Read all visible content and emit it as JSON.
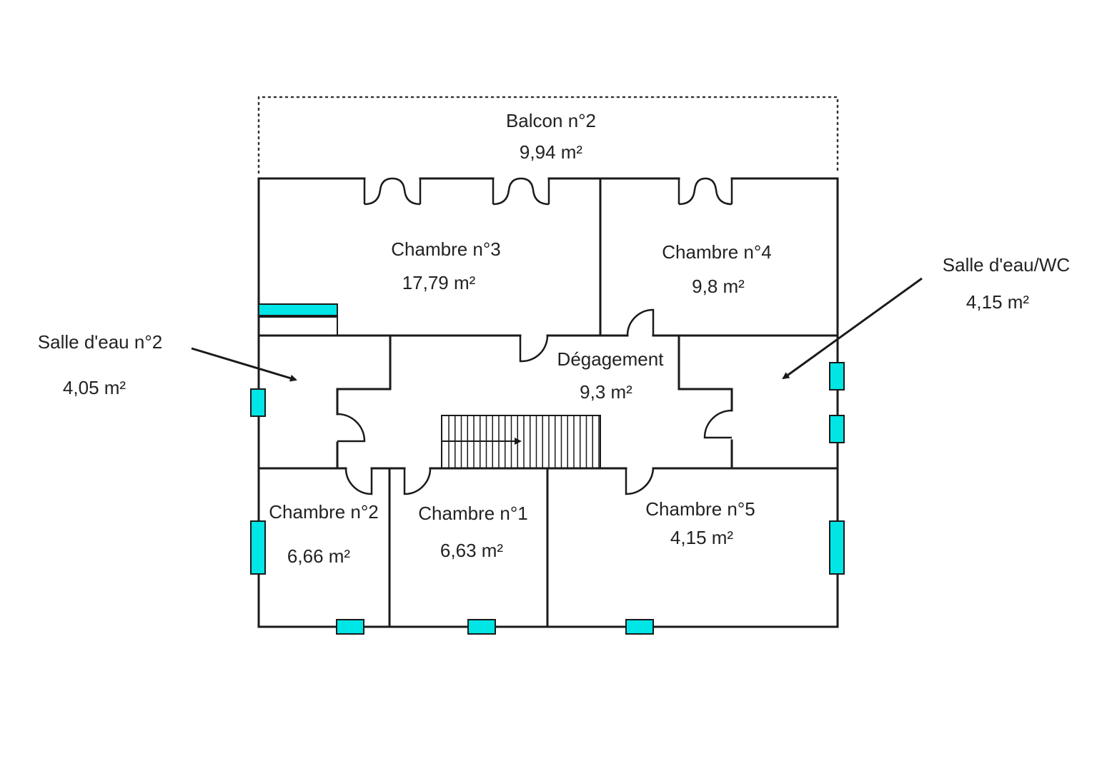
{
  "colors": {
    "wall": "#1a1a1a",
    "window": "#00e5e5",
    "text": "#222222",
    "background": "#ffffff"
  },
  "rooms": {
    "balcon": {
      "name": "Balcon n°2",
      "area": "9,94  m²"
    },
    "chambre3": {
      "name": "Chambre n°3",
      "area": "17,79  m²"
    },
    "chambre4": {
      "name": "Chambre n°4",
      "area": "9,8  m²"
    },
    "salle_eau_wc": {
      "name": "Salle d'eau/WC",
      "area": "4,15  m²"
    },
    "salle_eau2": {
      "name": "Salle d'eau n°2",
      "area": "4,05  m²"
    },
    "degagement": {
      "name": "Dégagement",
      "area": "9,3  m²"
    },
    "chambre2": {
      "name": "Chambre n°2",
      "area": "6,66  m²"
    },
    "chambre1": {
      "name": "Chambre n°1",
      "area": "6,63  m²"
    },
    "chambre5": {
      "name": "Chambre n°5",
      "area": "4,15  m²"
    }
  }
}
